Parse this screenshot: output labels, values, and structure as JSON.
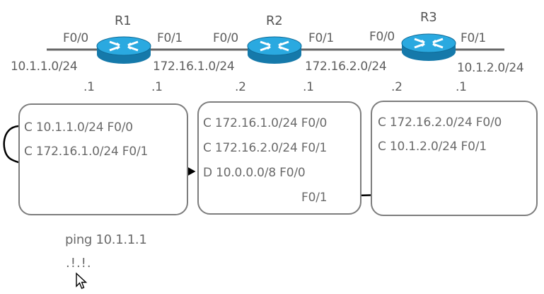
{
  "routers": [
    {
      "name": "R1",
      "left_if": "F0/0",
      "right_if": "F0/1"
    },
    {
      "name": "R2",
      "left_if": "F0/0",
      "right_if": "F0/1"
    },
    {
      "name": "R3",
      "left_if": "F0/0",
      "right_if": "F0/1"
    }
  ],
  "networks": [
    "10.1.1.0/24",
    "172.16.1.0/24",
    "172.16.2.0/24",
    "10.1.2.0/24"
  ],
  "host_ids": [
    ".1",
    ".1",
    ".2",
    ".1",
    ".2",
    ".1"
  ],
  "tables": {
    "r1": [
      "C 10.1.1.0/24 F0/0",
      "C 172.16.1.0/24 F0/1"
    ],
    "r2": [
      "C 172.16.1.0/24 F0/0",
      "C 172.16.2.0/24 F0/1",
      "D 10.0.0.0/8 F0/0",
      "F0/1"
    ],
    "r3": [
      "C 172.16.2.0/24 F0/0",
      "C 10.1.2.0/24 F0/1"
    ]
  },
  "ping": {
    "command": "ping 10.1.1.1",
    "output": ".!.!."
  },
  "colors": {
    "router_body": "#2aa9e0",
    "router_side": "#1579aa",
    "link": "#666666",
    "box_border": "#7d7d7d",
    "arrow": "#000000"
  }
}
